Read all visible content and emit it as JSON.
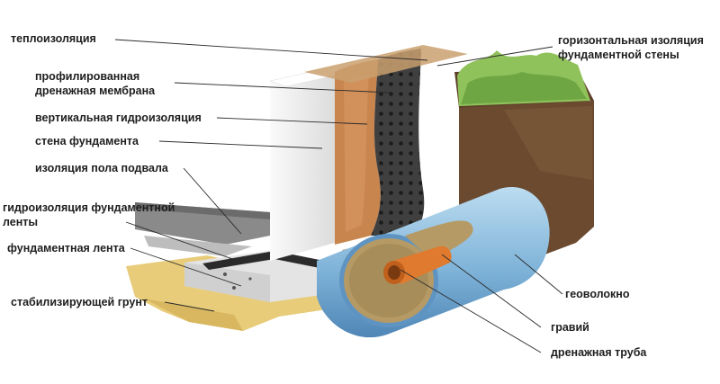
{
  "labels": {
    "thermal_insulation": "теплоизоляция",
    "drainage_membrane": "профилированная\nдренажная мембрана",
    "vertical_waterproofing": "вертикальная гидроизоляция",
    "foundation_wall": "стена фундамента",
    "basement_floor_insulation": "изоляция пола подвала",
    "strip_footing_waterproofing": "гидроизоляция фундаментной\nленты",
    "strip_footing": "фундаментная лента",
    "stabilizing_soil": "стабилизирующей грунт",
    "horizontal_wall_insulation": "горизонтальная изоляция\nфундаментной стены",
    "geotextile": "геоволокно",
    "gravel": "гравий",
    "drain_pipe": "дренажная труба"
  },
  "colors": {
    "text": "#1e1e1e",
    "leader_line": "#2a2a2a",
    "geotextile_blue": "#7fb3d8",
    "drain_pipe_orange": "#e07a2e",
    "gravel": "#b59a66",
    "membrane_dark": "#3c3c3c",
    "insulation_orange": "#c9854e",
    "wall_white": "#f2f2f2",
    "soil_brown": "#6b4a30",
    "grass_green": "#8fc25a",
    "sand_yellow": "#e8cc7a"
  }
}
